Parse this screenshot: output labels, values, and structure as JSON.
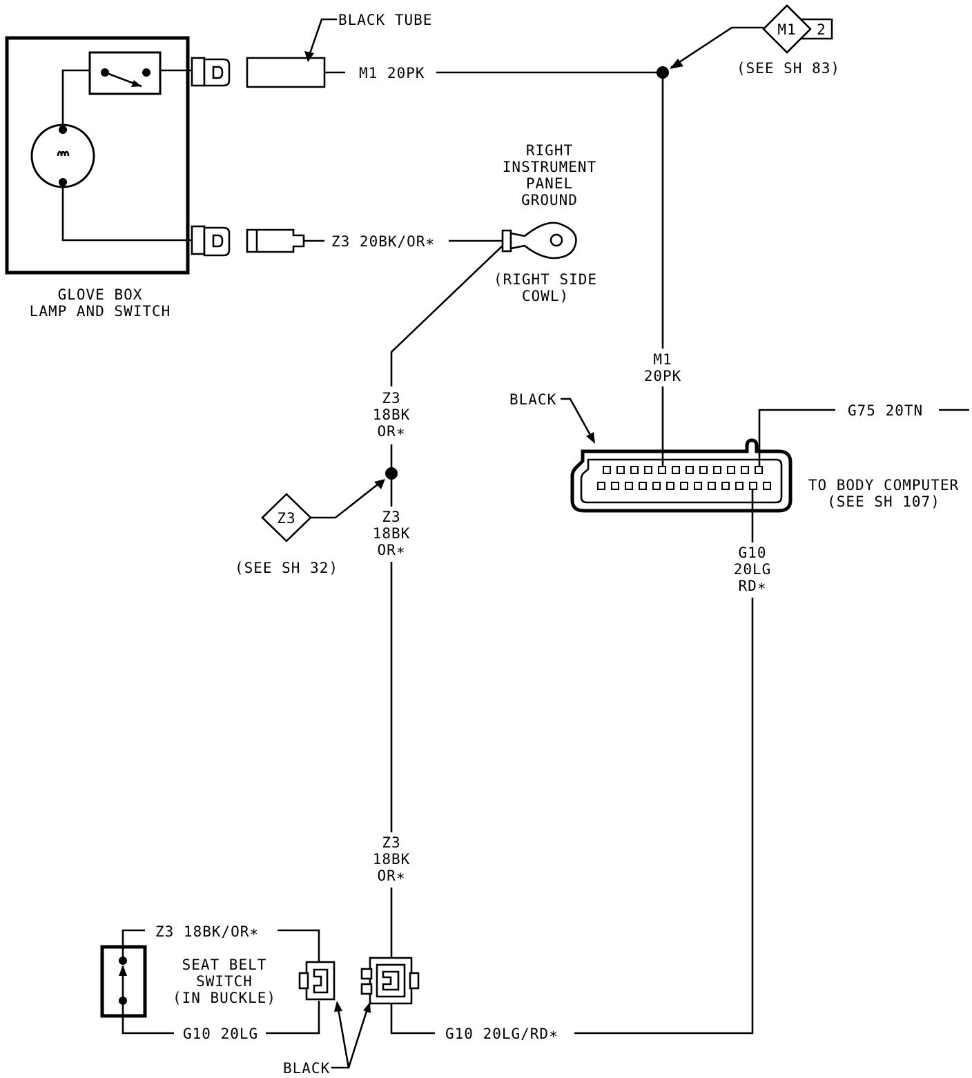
{
  "components": {
    "glove_box": {
      "line1": "GLOVE BOX",
      "line2": "LAMP AND SWITCH"
    },
    "black_tube": "BLACK TUBE",
    "ground": {
      "line1": "RIGHT",
      "line2": "INSTRUMENT",
      "line3": "PANEL",
      "line4": "GROUND",
      "loc1": "(RIGHT SIDE",
      "loc2": "COWL)"
    },
    "body_computer": {
      "connector_color": "BLACK",
      "line1": "TO BODY COMPUTER",
      "line2": "(SEE SH 107)"
    },
    "seat_belt": {
      "line1": "SEAT BELT",
      "line2": "SWITCH",
      "line3": "(IN BUCKLE)",
      "connector_color": "BLACK"
    }
  },
  "references": {
    "m1": {
      "code": "M1",
      "number": "2",
      "see": "(SEE SH 83)"
    },
    "z3": {
      "code": "Z3",
      "see": "(SEE SH 32)"
    }
  },
  "wires": {
    "m1_top": "M1 20PK",
    "z3_ground": "Z3 20BK/OR∗",
    "m1_vert": {
      "line1": "M1",
      "line2": "20PK"
    },
    "g75": "G75 20TN",
    "z3_upper": {
      "line1": "Z3",
      "line2": "18BK",
      "line3": "OR∗"
    },
    "z3_mid": {
      "line1": "Z3",
      "line2": "18BK",
      "line3": "OR∗"
    },
    "z3_lower": {
      "line1": "Z3",
      "line2": "18BK",
      "line3": "OR∗"
    },
    "g10_vert": {
      "line1": "G10",
      "line2": "20LG",
      "line3": "RD∗"
    },
    "z3_switch": "Z3 18BK/OR∗",
    "g10_switch": "G10 20LG",
    "g10_bottom": "G10 20LG/RD∗"
  }
}
